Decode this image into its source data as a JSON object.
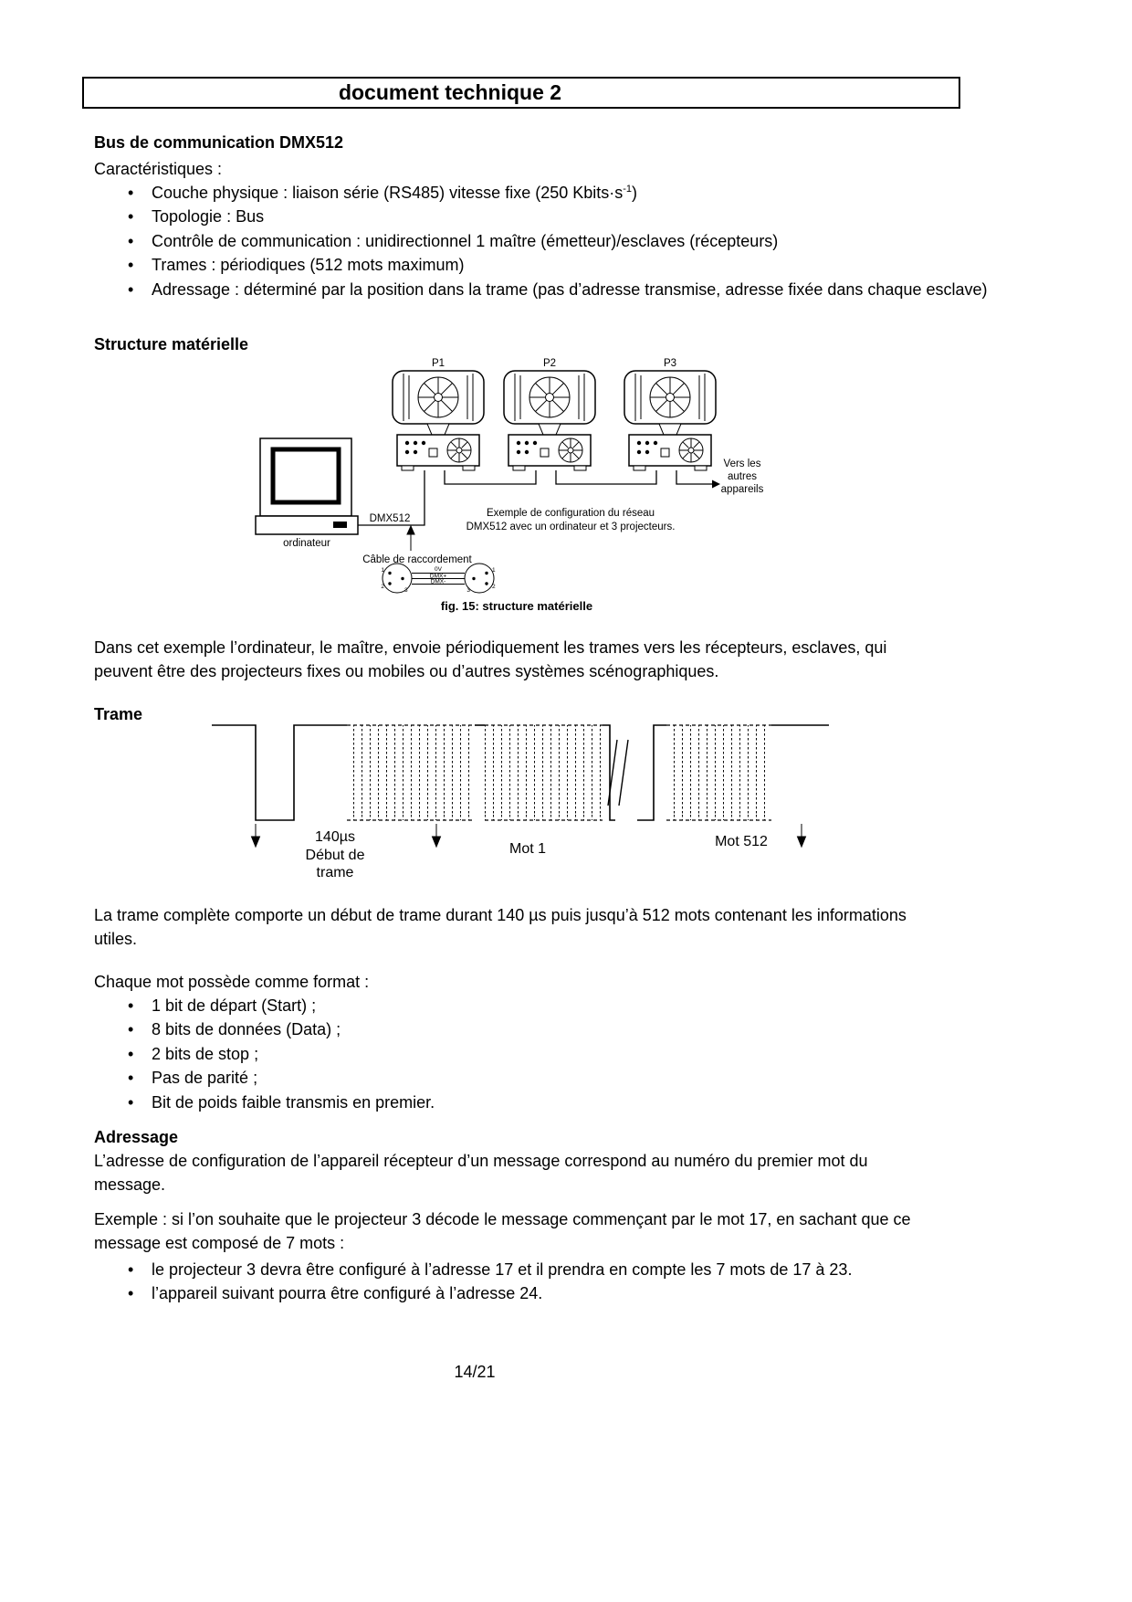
{
  "header": {
    "title": "document technique 2"
  },
  "bus_section": {
    "heading": "Bus de communication DMX512",
    "intro": "Caractéristiques :",
    "item_physique_pre": "Couche physique : liaison série (RS485) vitesse fixe (250 Kbits·s",
    "item_physique_sup": "-1",
    "item_physique_post": ")",
    "items": [
      "Topologie : Bus",
      "Contrôle de communication : unidirectionnel 1 maître (émetteur)/esclaves (récepteurs)",
      "Trames : périodiques (512 mots maximum)",
      "Adressage : déterminé par la position dans la trame (pas d’adresse transmise, adresse fixée dans chaque esclave)"
    ]
  },
  "structure_section": {
    "heading": "Structure matérielle",
    "figure": {
      "p1": "P1",
      "p2": "P2",
      "p3": "P3",
      "computer_label": "ordinateur",
      "dmx_label": "DMX512",
      "cable_label": "Câble de raccordement",
      "others_label_lines": [
        "Vers les",
        "autres",
        "appareils"
      ],
      "example_lines": [
        "Exemple de configuration du réseau",
        "DMX512 avec un ordinateur et 3 projecteurs."
      ],
      "wire_labels": [
        "0V",
        "DMX+",
        "DMX-"
      ],
      "pin1": "1",
      "pin2": "2",
      "pin3": "3",
      "caption": "fig. 15: structure matérielle"
    },
    "paragraph": "Dans cet exemple l’ordinateur, le maître, envoie périodiquement les trames vers les récepteurs, esclaves, qui peuvent être des projecteurs fixes ou mobiles ou d’autres systèmes scénographiques."
  },
  "trame_section": {
    "heading": "Trame",
    "labels": {
      "duration": "140µs",
      "debut_line1": "Début de",
      "debut_line2": "trame",
      "mot1": "Mot 1",
      "mot512": "Mot 512"
    },
    "paragraph": "La trame complète comporte un début de trame durant 140 µs puis jusqu’à 512 mots contenant les informations utiles.",
    "format_intro": "Chaque mot possède comme format :",
    "format_items": [
      "1 bit de départ (Start) ;",
      "8 bits de données (Data) ;",
      "2 bits de stop ;",
      "Pas de parité ;",
      "Bit de poids faible transmis en premier."
    ]
  },
  "adressage_section": {
    "heading": "Adressage",
    "paragraph1": "L’adresse de configuration de l’appareil récepteur d’un message correspond au numéro du premier mot du message.",
    "paragraph2": "Exemple : si l’on souhaite que le projecteur 3 décode le message commençant par le mot 17, en sachant que ce message est composé de 7 mots :",
    "items": [
      "le projecteur 3 devra être configuré à l’adresse 17 et il prendra en compte les 7 mots de 17 à 23.",
      "l’appareil suivant pourra être configuré à l’adresse 24."
    ]
  },
  "footer": {
    "page_number": "14/21"
  }
}
